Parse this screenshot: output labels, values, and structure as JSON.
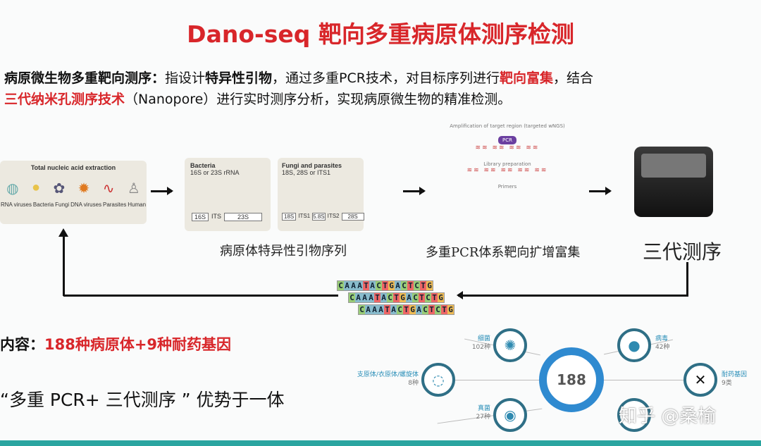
{
  "title": "Dano-seq 靶向多重病原体测序检测",
  "intro": {
    "term": "病原微生物多重靶向测序：",
    "p1": "指设计",
    "primer": "特异性引物",
    "p2": "，通过多重PCR技术，对目标序列进行",
    "enrich": "靶向富集",
    "p3": "，结合",
    "tech": "三代纳米孔测序技术",
    "p4": "（Nanopore）进行实时测序分析，实现病原微生物的精准检测。"
  },
  "extraction": {
    "title": "Total nucleic acid extraction",
    "items": [
      "RNA viruses",
      "Bacteria",
      "Fungi",
      "DNA viruses",
      "Parasites",
      "Human"
    ]
  },
  "bacteria": {
    "title": "Bacteria",
    "sub": "16S or 23S rRNA",
    "genes": [
      "16S",
      "ITS",
      "23S"
    ]
  },
  "fungi": {
    "title": "Fungi and parasites",
    "sub": "18S, 28S or ITS1",
    "genes": [
      "18S",
      "ITS1",
      "5.8S",
      "ITS2",
      "28S"
    ]
  },
  "pcr": {
    "title": "Amplification of target region (targeted wNGS)",
    "pcr": "PCR",
    "lib": "Library preparation",
    "primers": "Primers"
  },
  "captions": {
    "primers": "病原体特异性引物序列",
    "pcr": "多重PCR体系靶向扩增富集",
    "seq": "三代测序"
  },
  "sequence": "CAAATACTGACTCTG",
  "content": {
    "label": "内容：",
    "value": "188种病原体+9种耐药基因"
  },
  "advantage": "“多重 PCR+ 三代测序 ” 优势于一体",
  "hub": {
    "total": "188",
    "nodes": [
      {
        "name": "细菌",
        "count": "102种"
      },
      {
        "name": "病毒",
        "count": "42种"
      },
      {
        "name": "支原体/衣原体/螺旋体",
        "count": "8种"
      },
      {
        "name": "耐药基因",
        "count": "9类"
      },
      {
        "name": "真菌",
        "count": "27种"
      }
    ]
  },
  "watermark": "知乎 @桑榆",
  "colors": {
    "accent": "#d8262a",
    "hub": "#2f8ab0"
  }
}
